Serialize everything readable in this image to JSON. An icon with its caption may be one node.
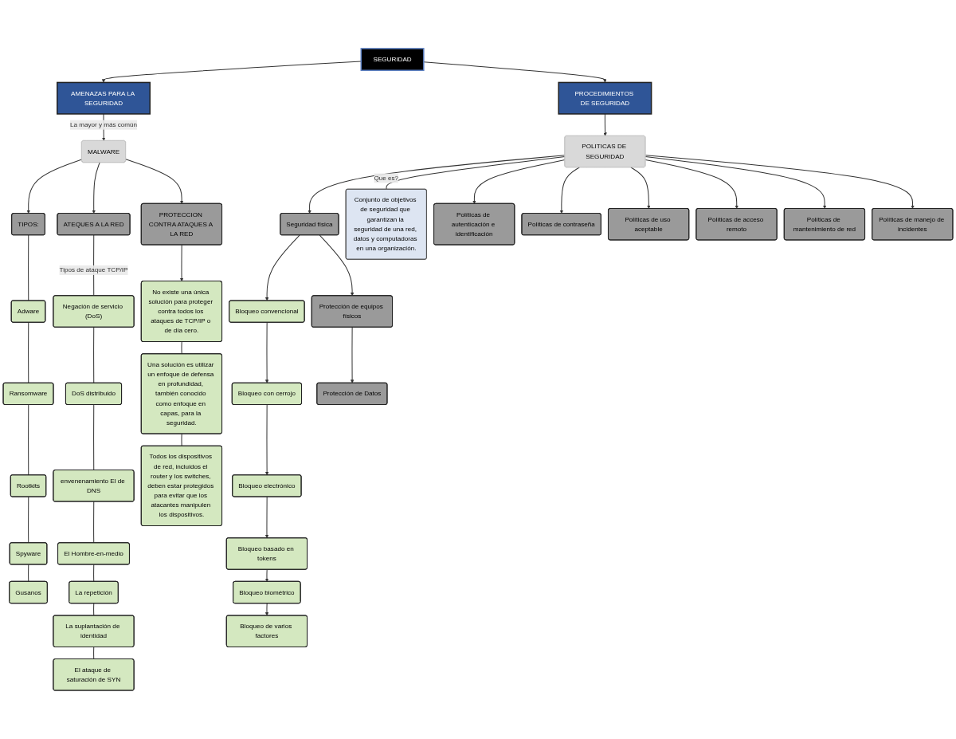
{
  "diagram": {
    "nodes": [
      {
        "text": [
          "SEGURIDAD"
        ]
      },
      {
        "text": [
          "AMENAZAS PARA LA SEGURIDAD"
        ]
      },
      {
        "text": [
          "PROCEDIMIENTOS DE SEGURIDAD"
        ]
      },
      {
        "text": [
          "MALWARE"
        ]
      },
      {
        "text": [
          "TIPOS:"
        ]
      },
      {
        "text": [
          "ATEQUES A LA RED"
        ]
      },
      {
        "text": [
          "PROTECCION CONTRA ATAQUES A LA RED"
        ]
      },
      {
        "text": [
          "Adware"
        ]
      },
      {
        "text": [
          "Ransomware"
        ]
      },
      {
        "text": [
          "Rootkits"
        ]
      },
      {
        "text": [
          "Spyware"
        ]
      },
      {
        "text": [
          "Gusanos"
        ]
      },
      {
        "text": [
          "Negación de servicio (DoS)"
        ]
      },
      {
        "text": [
          "DoS distribuido"
        ]
      },
      {
        "text": [
          "envenenamiento El de DNS"
        ]
      },
      {
        "text": [
          "El Hombre-en-medio"
        ]
      },
      {
        "text": [
          "La repetición"
        ]
      },
      {
        "text": [
          "La suplantación de identidad"
        ]
      },
      {
        "text": [
          "El ataque de saturación de SYN"
        ]
      },
      {
        "text": [
          "No existe una única solución para proteger contra todos los ataques de TCP/IP o de día cero."
        ]
      },
      {
        "text": [
          "Una solución es utilizar un enfoque de defensa en profundidad, también conocido como enfoque en capas, para la seguridad."
        ]
      },
      {
        "text": [
          "Todos los dispositivos de red, incluidos el router y los switches, deben estar protegidos para evitar que los atacantes manipulen los dispositivos."
        ]
      },
      {
        "text": [
          "POLITICAS DE SEGURIDAD"
        ]
      },
      {
        "text": [
          "Seguridad física"
        ]
      },
      {
        "text": [
          "Conjunto de objetivos de seguridad que garantizan la seguridad de una red, datos y computadoras en una organización."
        ]
      },
      {
        "text": [
          "Políticas de autenticación e identificación"
        ]
      },
      {
        "text": [
          "Políticas de contraseña"
        ]
      },
      {
        "text": [
          "Políticas de uso aceptable"
        ]
      },
      {
        "text": [
          "Políticas de acceso remoto"
        ]
      },
      {
        "text": [
          "Políticas de mantenimiento de red"
        ]
      },
      {
        "text": [
          "Políticas de manejo de incidentes"
        ]
      },
      {
        "text": [
          "Bloqueo convencional"
        ]
      },
      {
        "text": [
          "Bloqueo con cerrojo"
        ]
      },
      {
        "text": [
          "Bloqueo electrónico"
        ]
      },
      {
        "text": [
          "Bloqueo basado en tokens"
        ]
      },
      {
        "text": [
          "Bloqueo biométrico"
        ]
      },
      {
        "text": [
          "Bloqueo de varios factores"
        ]
      },
      {
        "text": [
          "Protección de equipos físicos"
        ]
      },
      {
        "text": [
          "Protección de Datos"
        ]
      }
    ],
    "edges": [
      {
        "from": 0,
        "to": 1,
        "arrow": "to"
      },
      {
        "from": 0,
        "to": 2,
        "arrow": "to"
      },
      {
        "from": 1,
        "to": 3,
        "arrow": "to",
        "label": "La mayor y más común"
      },
      {
        "from": 3,
        "to": 4,
        "arrow": "to"
      },
      {
        "from": 3,
        "to": 5,
        "arrow": "to"
      },
      {
        "from": 3,
        "to": 6,
        "arrow": "to"
      },
      {
        "from": 4,
        "to": 7,
        "arrow": "none"
      },
      {
        "from": 7,
        "to": 8,
        "arrow": "none"
      },
      {
        "from": 8,
        "to": 9,
        "arrow": "none"
      },
      {
        "from": 9,
        "to": 10,
        "arrow": "none"
      },
      {
        "from": 10,
        "to": 11,
        "arrow": "none"
      },
      {
        "from": 5,
        "to": 12,
        "arrow": "none",
        "label": "Tipos de ataque TCP/IP"
      },
      {
        "from": 12,
        "to": 13,
        "arrow": "none"
      },
      {
        "from": 13,
        "to": 14,
        "arrow": "none"
      },
      {
        "from": 14,
        "to": 15,
        "arrow": "none"
      },
      {
        "from": 15,
        "to": 16,
        "arrow": "none"
      },
      {
        "from": 16,
        "to": 17,
        "arrow": "none"
      },
      {
        "from": 17,
        "to": 18,
        "arrow": "none"
      },
      {
        "from": 6,
        "to": 19,
        "arrow": "to"
      },
      {
        "from": 19,
        "to": 20,
        "arrow": "none"
      },
      {
        "from": 20,
        "to": 21,
        "arrow": "none"
      },
      {
        "from": 2,
        "to": 22,
        "arrow": "to"
      },
      {
        "from": 22,
        "to": 23,
        "arrow": "to"
      },
      {
        "from": 22,
        "to": 24,
        "arrow": "none",
        "label": "Que es?"
      },
      {
        "from": 22,
        "to": 25,
        "arrow": "to"
      },
      {
        "from": 22,
        "to": 26,
        "arrow": "to"
      },
      {
        "from": 22,
        "to": 27,
        "arrow": "to"
      },
      {
        "from": 22,
        "to": 28,
        "arrow": "to"
      },
      {
        "from": 22,
        "to": 29,
        "arrow": "to"
      },
      {
        "from": 22,
        "to": 30,
        "arrow": "to"
      },
      {
        "from": 23,
        "to": 31,
        "arrow": "to"
      },
      {
        "from": 31,
        "to": 32,
        "arrow": "to"
      },
      {
        "from": 32,
        "to": 33,
        "arrow": "to"
      },
      {
        "from": 33,
        "to": 34,
        "arrow": "to"
      },
      {
        "from": 34,
        "to": 35,
        "arrow": "to"
      },
      {
        "from": 35,
        "to": 36,
        "arrow": "to"
      },
      {
        "from": 23,
        "to": 37,
        "arrow": "to"
      },
      {
        "from": 37,
        "to": 38,
        "arrow": "to"
      }
    ]
  }
}
